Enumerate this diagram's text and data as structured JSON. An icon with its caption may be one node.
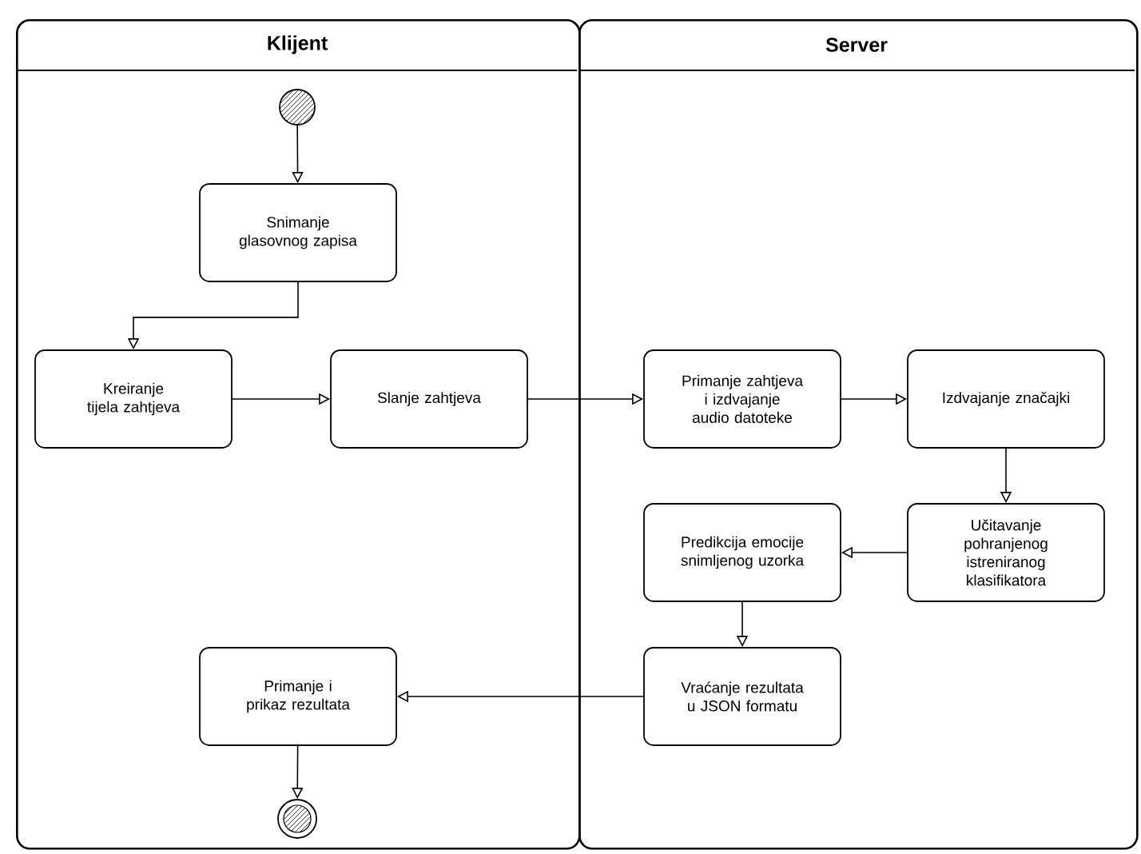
{
  "diagram": {
    "nodes": [
      {
        "text": [
          "Klijent"
        ]
      },
      {
        "text": [
          "Server"
        ]
      },
      {
        "text": [],
        "shape": "circle",
        "in": 0
      },
      {
        "text": [
          "Snimanje glasovnog zapisa"
        ],
        "in": 0
      },
      {
        "text": [
          "Kreiranje tijela zahtjeva"
        ],
        "in": 0
      },
      {
        "text": [
          "Slanje zahtjeva"
        ],
        "in": 0
      },
      {
        "text": [
          "Primanje zahtjeva i izdvajanje audio datoteke"
        ],
        "in": 1
      },
      {
        "text": [
          "Izdvajanje značajki"
        ],
        "in": 1
      },
      {
        "text": [
          "Učitavanje pohranjenog istreniranog klasifikatora"
        ],
        "in": 1
      },
      {
        "text": [
          "Predikcija emocije snimljenog uzorka"
        ],
        "in": 1
      },
      {
        "text": [
          "Vraćanje rezultata u JSON formatu"
        ],
        "in": 1
      },
      {
        "text": [
          "Primanje i prikaz rezultata"
        ],
        "in": 0
      },
      {
        "text": [],
        "shape": "circle",
        "in": 0
      }
    ],
    "edges": [
      {
        "from": 2,
        "to": 3,
        "arrow": "to"
      },
      {
        "from": 3,
        "to": 4,
        "arrow": "to"
      },
      {
        "from": 4,
        "to": 5,
        "arrow": "to"
      },
      {
        "from": 5,
        "to": 6,
        "arrow": "to"
      },
      {
        "from": 6,
        "to": 7,
        "arrow": "to"
      },
      {
        "from": 7,
        "to": 8,
        "arrow": "to"
      },
      {
        "from": 8,
        "to": 9,
        "arrow": "to"
      },
      {
        "from": 9,
        "to": 10,
        "arrow": "to"
      },
      {
        "from": 10,
        "to": 11,
        "arrow": "to"
      },
      {
        "from": 11,
        "to": 12,
        "arrow": "to"
      }
    ]
  }
}
